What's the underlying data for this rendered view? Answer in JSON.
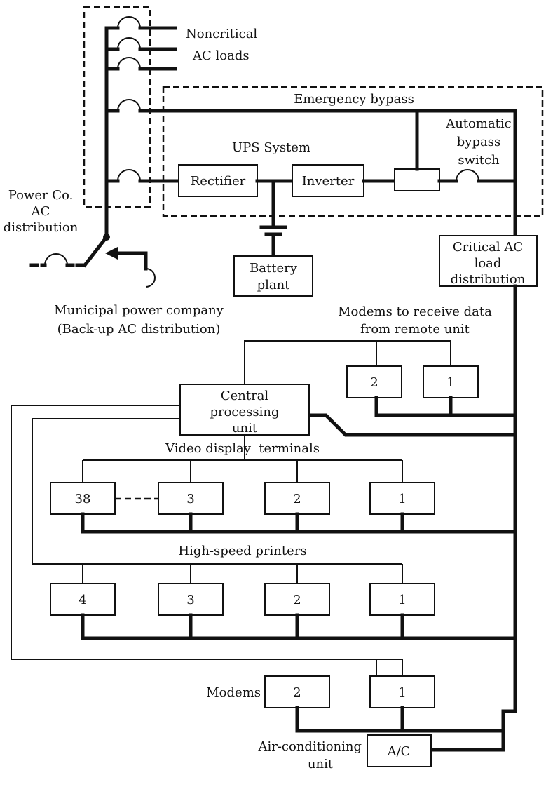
{
  "labels": {
    "noncritical_line1": "Noncritical",
    "noncritical_line2": "AC loads",
    "emergency_bypass": "Emergency bypass",
    "auto_switch_line1": "Automatic",
    "auto_switch_line2": "bypass",
    "auto_switch_line3": "switch",
    "ups_system": "UPS System",
    "power_co_line1": "Power Co.",
    "power_co_line2": "AC",
    "power_co_line3": "distribution",
    "municipal_line1": "Municipal power company",
    "municipal_line2": "(Back-up AC distribution)",
    "modems_remote_line1": "Modems to receive data",
    "modems_remote_line2": "from remote unit",
    "video_terminals": "Video display  terminals",
    "printers": "High-speed printers",
    "modems": "Modems",
    "aircon_line1": "Air-conditioning",
    "aircon_line2": "unit"
  },
  "boxes": {
    "rectifier": "Rectifier",
    "inverter": "Inverter",
    "battery_line1": "Battery",
    "battery_line2": "plant",
    "critical_line1": "Critical AC",
    "critical_line2": "load",
    "critical_line3": "distribution",
    "cpu_line1": "Central",
    "cpu_line2": "processing",
    "cpu_line3": "unit",
    "remote_modem_2": "2",
    "remote_modem_1": "1",
    "vdt_38": "38",
    "vdt_3": "3",
    "vdt_2": "2",
    "vdt_1": "1",
    "printer_4": "4",
    "printer_3": "3",
    "printer_2": "2",
    "printer_1": "1",
    "modem_2": "2",
    "modem_1": "1",
    "ac": "A/C"
  }
}
